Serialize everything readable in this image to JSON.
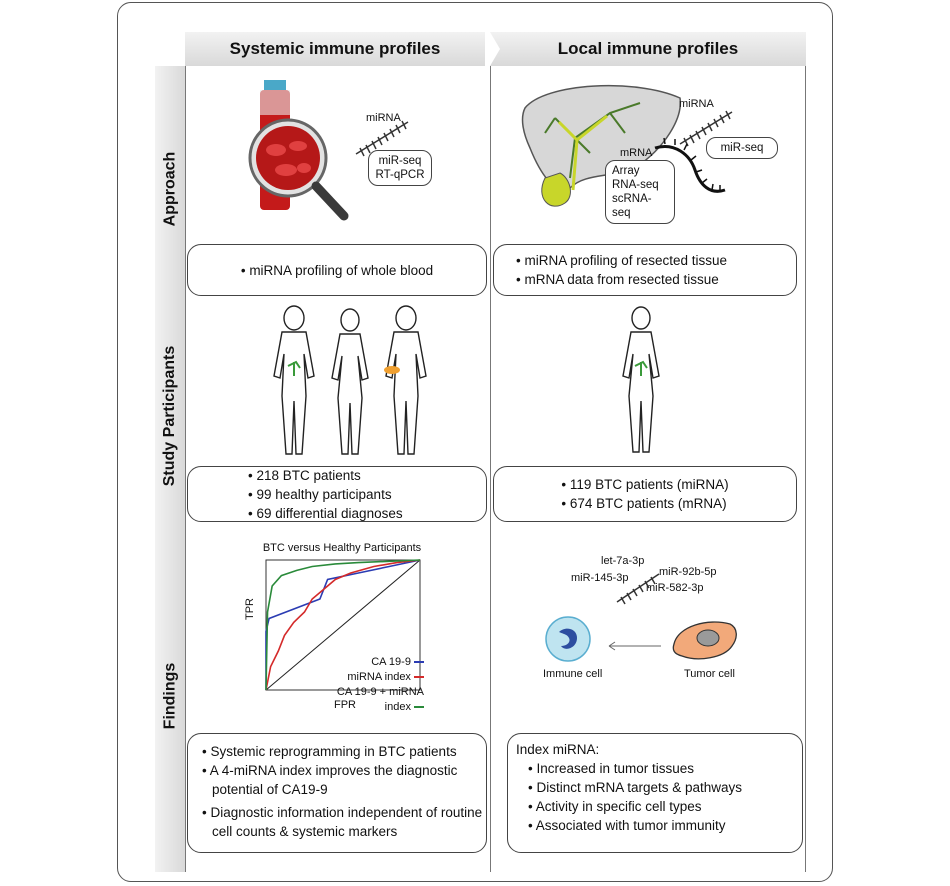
{
  "headers": {
    "systemic": "Systemic immune profiles",
    "local": "Local immune profiles"
  },
  "sections": {
    "approach": "Approach",
    "participants": "Study Participants",
    "findings": "Findings"
  },
  "approach": {
    "left": {
      "mirna_label": "miRNA",
      "methods": [
        "miR-seq",
        "RT-qPCR"
      ],
      "summary": "miRNA profiling of whole blood"
    },
    "right": {
      "mirna_label": "miRNA",
      "mirna_method": "miR-seq",
      "mrna_label": "mRNA",
      "mrna_methods": [
        "Array",
        "RNA-seq",
        "scRNA-seq"
      ],
      "summary": [
        "miRNA profiling of resected tissue",
        "mRNA data from resected tissue"
      ]
    }
  },
  "participants": {
    "left": [
      "218 BTC patients",
      "99 healthy participants",
      "69 differential diagnoses"
    ],
    "right": [
      "119 BTC patients (miRNA)",
      "674 BTC patients (mRNA)"
    ]
  },
  "findings": {
    "left": [
      "Systemic reprogramming in BTC patients",
      "A 4-miRNA index improves the diagnostic potential of CA19-9",
      "Diagnostic information independent of routine cell counts & systemic markers"
    ],
    "right_title": "Index miRNA:",
    "right": [
      "Increased in tumor tissues",
      "Distinct mRNA targets & pathways",
      "Activity in specific cell types",
      "Associated with tumor immunity"
    ],
    "mirnas": [
      "let-7a-3p",
      "miR-145-3p",
      "miR-92b-5p",
      "miR-582-3p"
    ],
    "immune_cell": "Immune cell",
    "tumor_cell": "Tumor cell"
  },
  "chart_data": {
    "type": "line",
    "title": "BTC versus Healthy Participants",
    "xlabel": "FPR",
    "ylabel": "TPR",
    "xlim": [
      0,
      1
    ],
    "ylim": [
      0,
      1
    ],
    "legend_position": "bottom-right",
    "series": [
      {
        "name": "CA 19-9",
        "color": "#2b3cb3",
        "x": [
          0,
          0,
          0.02,
          0.35,
          0.4,
          0.6,
          0.8,
          1.0
        ],
        "y": [
          0,
          0.45,
          0.55,
          0.7,
          0.85,
          0.9,
          0.95,
          1.0
        ]
      },
      {
        "name": "miRNA index",
        "color": "#d42a2a",
        "x": [
          0,
          0.03,
          0.08,
          0.12,
          0.18,
          0.25,
          0.3,
          0.38,
          0.45,
          0.55,
          0.7,
          0.85,
          1.0
        ],
        "y": [
          0,
          0.18,
          0.3,
          0.42,
          0.52,
          0.6,
          0.7,
          0.78,
          0.85,
          0.9,
          0.95,
          0.98,
          1.0
        ]
      },
      {
        "name": "CA 19-9 + miRNA index",
        "color": "#2a8a3a",
        "x": [
          0,
          0.01,
          0.04,
          0.1,
          0.2,
          0.3,
          0.45,
          0.6,
          0.8,
          1.0
        ],
        "y": [
          0,
          0.6,
          0.8,
          0.88,
          0.92,
          0.95,
          0.97,
          0.98,
          0.99,
          1.0
        ]
      }
    ]
  }
}
